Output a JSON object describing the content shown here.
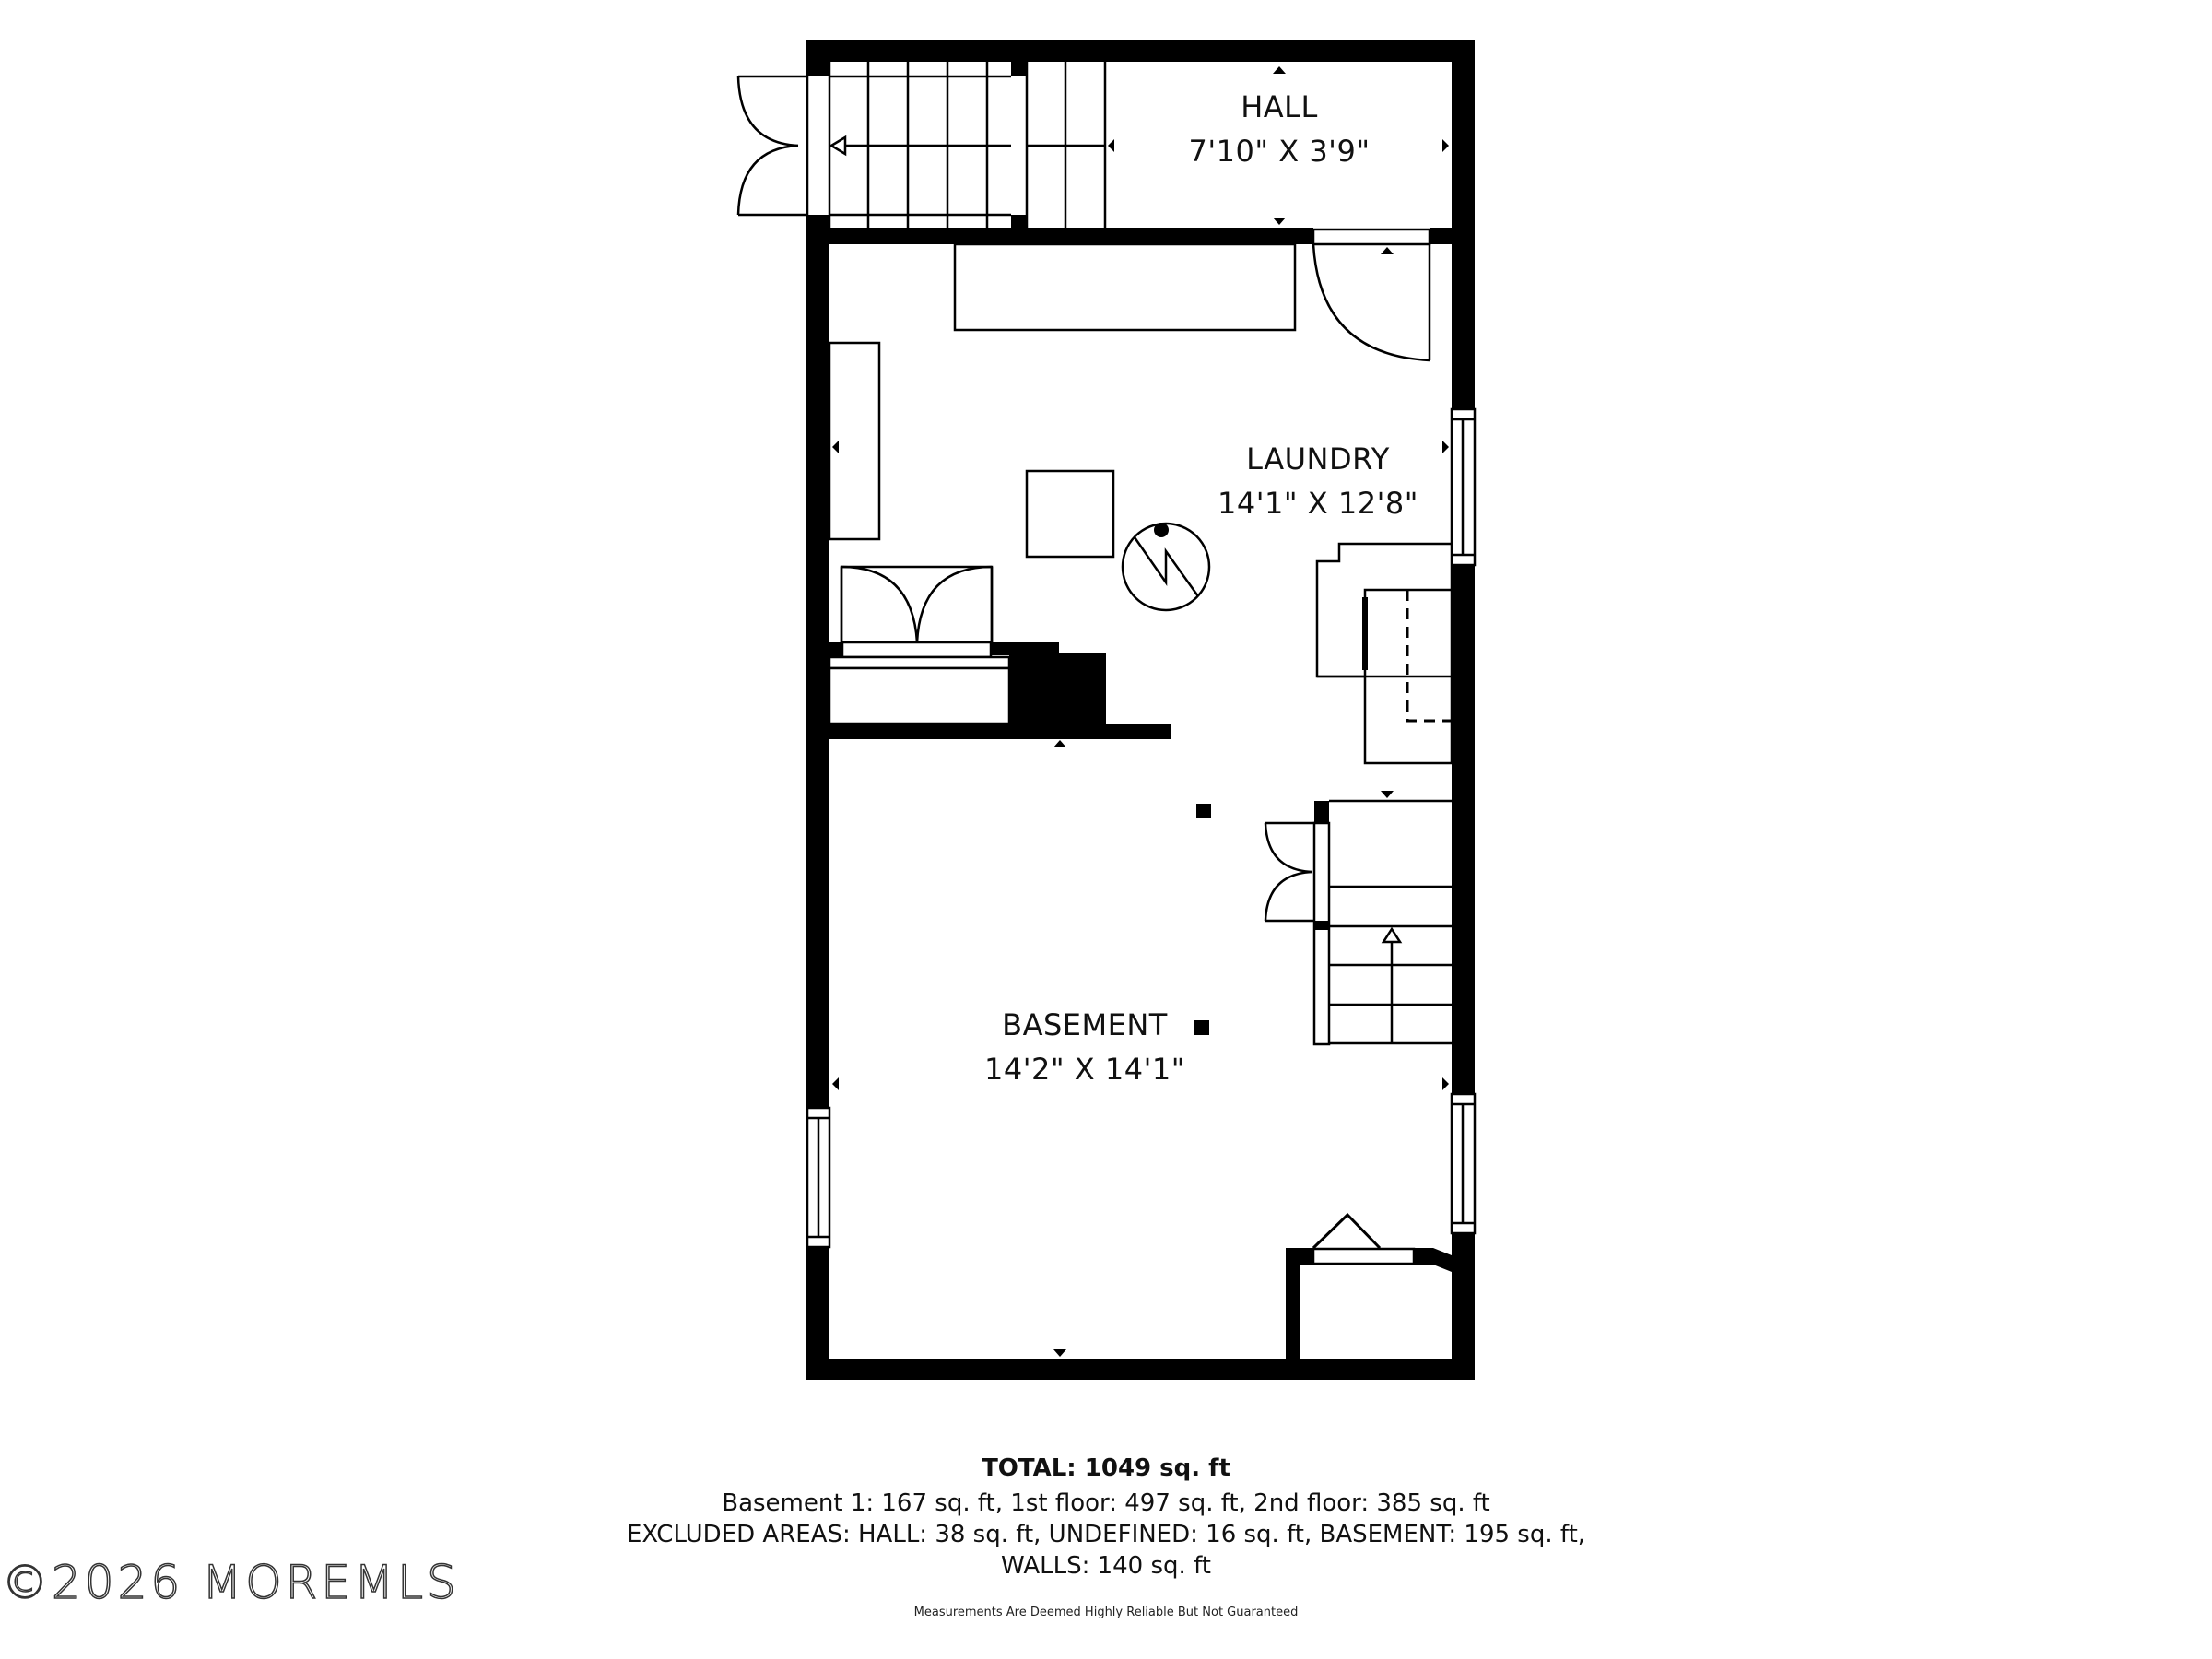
{
  "rooms": [
    {
      "name": "HALL",
      "dimensions": "7'10\" X 3'9\""
    },
    {
      "name": "LAUNDRY",
      "dimensions": "14'1\" X 12'8\""
    },
    {
      "name": "BASEMENT",
      "dimensions": "14'2\" X 14'1\""
    }
  ],
  "summary": {
    "total": "TOTAL: 1049 sq. ft",
    "floors": "Basement 1: 167 sq. ft, 1st floor: 497 sq. ft, 2nd floor: 385 sq. ft",
    "excluded_line1": "EXCLUDED AREAS: HALL: 38 sq. ft, UNDEFINED: 16 sq. ft, BASEMENT: 195 sq. ft,",
    "excluded_line2": "WALLS: 140 sq. ft"
  },
  "disclaimer": "Measurements Are Deemed Highly Reliable But Not Guaranteed",
  "watermark": "©2026 MOREMLS",
  "icons": {
    "water_heater": "water-heater-icon",
    "stairs_up": "stairs-arrow-icon",
    "dimension_marker": "dimension-marker-icon"
  },
  "colors": {
    "wall": "#000000",
    "background": "#ffffff",
    "text": "#111111"
  }
}
